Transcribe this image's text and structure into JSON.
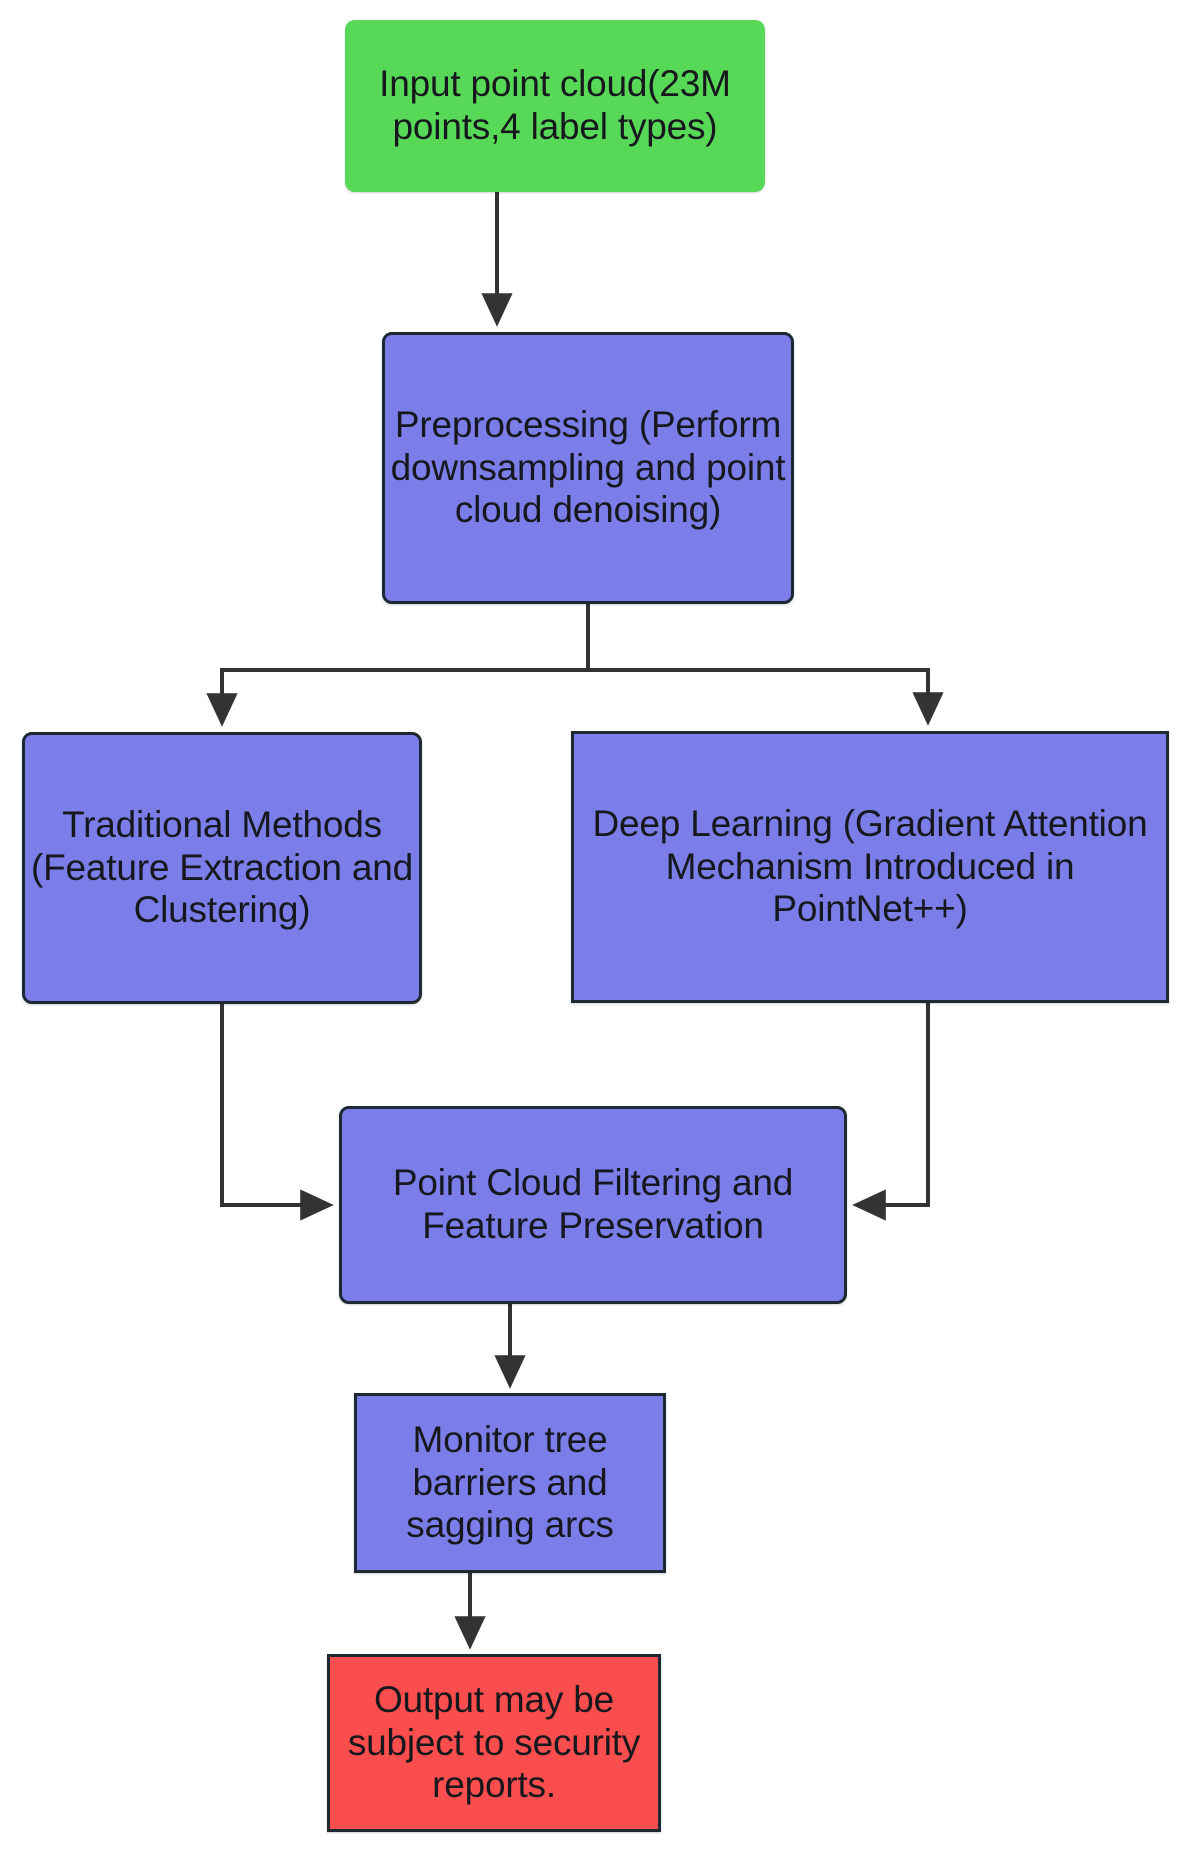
{
  "diagram": {
    "title": "Point cloud processing pipeline flowchart",
    "type": "flowchart",
    "orientation": "top-to-bottom",
    "colors": {
      "start_fill": "#57d959",
      "process_fill": "#7b7ee8",
      "end_fill": "#fa4d4d",
      "border": "#1e2a33",
      "edge": "#333333",
      "text": "#16181d",
      "background": "#ffffff"
    },
    "nodes": [
      {
        "id": "input",
        "label": "Input point cloud(23M points,4 label types)",
        "shape": "rounded-rectangle",
        "role": "start"
      },
      {
        "id": "preprocess",
        "label": "Preprocessing (Perform downsampling and point cloud denoising)",
        "shape": "rounded-rectangle",
        "role": "process"
      },
      {
        "id": "traditional",
        "label": "Traditional Methods (Feature Extraction and Clustering)",
        "shape": "rounded-rectangle",
        "role": "process"
      },
      {
        "id": "deep",
        "label": "Deep Learning (Gradient Attention Mechanism Introduced in PointNet++)",
        "shape": "rectangle",
        "role": "process"
      },
      {
        "id": "filtering",
        "label": "Point Cloud Filtering and Feature Preservation",
        "shape": "rounded-rectangle",
        "role": "process"
      },
      {
        "id": "monitor",
        "label": "Monitor tree barriers and sagging arcs",
        "shape": "rectangle",
        "role": "process"
      },
      {
        "id": "output",
        "label": "Output may be subject to security reports.",
        "shape": "rectangle",
        "role": "end"
      }
    ],
    "edges": [
      {
        "from": "input",
        "to": "preprocess",
        "style": "straight-arrow"
      },
      {
        "from": "preprocess",
        "to": "traditional",
        "style": "elbow-arrow"
      },
      {
        "from": "preprocess",
        "to": "deep",
        "style": "elbow-arrow"
      },
      {
        "from": "traditional",
        "to": "filtering",
        "style": "elbow-arrow"
      },
      {
        "from": "deep",
        "to": "filtering",
        "style": "elbow-arrow"
      },
      {
        "from": "filtering",
        "to": "monitor",
        "style": "straight-arrow"
      },
      {
        "from": "monitor",
        "to": "output",
        "style": "straight-arrow"
      }
    ]
  }
}
